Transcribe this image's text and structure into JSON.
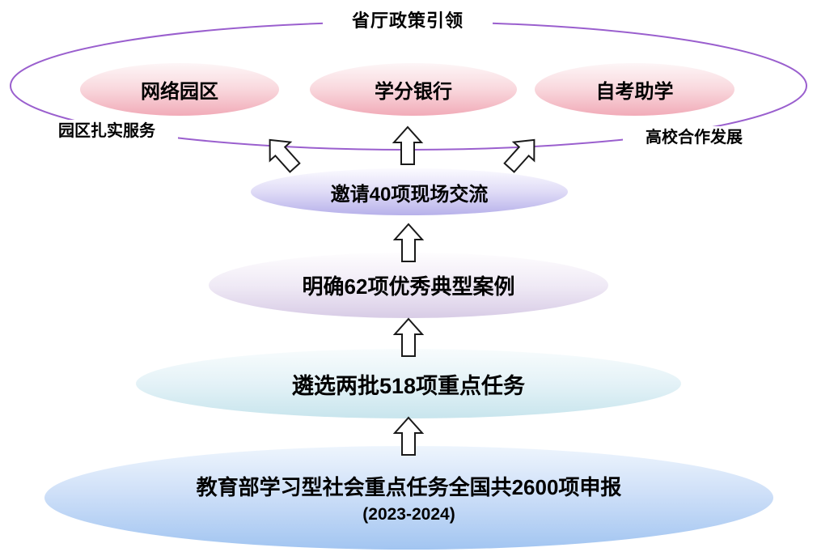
{
  "top_ring": {
    "title": "省厅政策引领",
    "items": [
      {
        "label": "网络园区"
      },
      {
        "label": "学分银行"
      },
      {
        "label": "自考助学"
      }
    ],
    "left_label": "园区扎实服务",
    "right_label": "高校合作发展"
  },
  "funnel_levels": [
    {
      "label": "邀请40项现场交流"
    },
    {
      "label": "明确62项优秀典型案例"
    },
    {
      "label": "遴选两批518项重点任务"
    },
    {
      "label": "教育部学习型社会重点任务全国共2600项申报",
      "sublabel": "(2023-2024)"
    }
  ],
  "colors": {
    "ring_outline": "#9a5fce",
    "pink_bubble": "#f1abb8",
    "lavender_bubble": "#b7b1ea",
    "light_purple_bubble": "#d8cce6",
    "cyan_bubble": "#c8e5ed",
    "blue_bubble": "#a2c5f1",
    "arrow_fill": "#ffffff",
    "arrow_stroke": "#1a1a1a",
    "text": "#000000"
  }
}
